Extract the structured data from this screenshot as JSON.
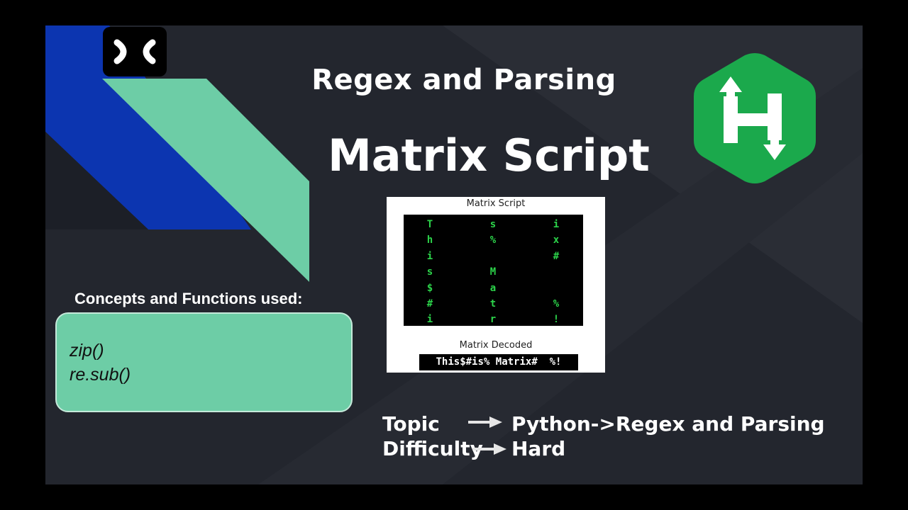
{
  "header": {
    "title": "Regex and Parsing",
    "subtitle": "Matrix Script"
  },
  "channel_logo": {
    "icon": "dc-logo-icon"
  },
  "brand_logo": {
    "icon": "hackerrank-logo-icon",
    "letter": "H",
    "color": "#1ba94c"
  },
  "preview": {
    "title": "Matrix Script",
    "matrix_columns": [
      [
        "T",
        "h",
        "i",
        "s",
        "$",
        "#",
        "i"
      ],
      [
        "s",
        "%",
        "",
        "M",
        "a",
        "t",
        "r"
      ],
      [
        "i",
        "x",
        "#",
        "",
        "",
        "%",
        "!"
      ]
    ],
    "decoded_title": "Matrix Decoded",
    "decoded_text": "This$#is% Matrix#  %!"
  },
  "concepts": {
    "heading": "Concepts and Functions used:",
    "items": [
      "zip()",
      "re.sub()"
    ]
  },
  "meta": {
    "topic_label": "Topic",
    "topic_value": "Python->Regex and Parsing",
    "difficulty_label": "Difficulty",
    "difficulty_value": "Hard"
  },
  "colors": {
    "background": "#23262e",
    "accent_blue": "#0c35b0",
    "accent_green": "#6dcda6",
    "matrix_text": "#2cd34a"
  }
}
